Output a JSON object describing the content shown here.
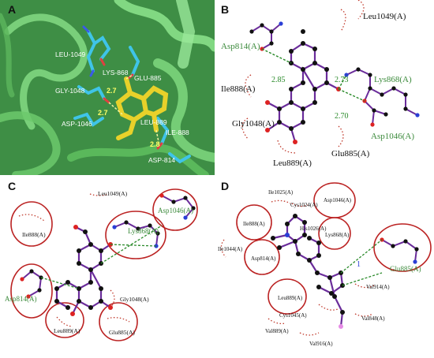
{
  "panels": {
    "A": {
      "letter": "A",
      "residues": [
        {
          "label": "LEU-1049"
        },
        {
          "label": "LYS-868"
        },
        {
          "label": "GLU-885"
        },
        {
          "label": "GLY-1048"
        },
        {
          "label": "ASP-1046"
        },
        {
          "label": "LEU-889"
        },
        {
          "label": "ILE-888"
        },
        {
          "label": "ASP-814"
        }
      ],
      "distances": [
        {
          "label": "2.7"
        },
        {
          "label": "2.7"
        },
        {
          "label": "2.8"
        }
      ],
      "colors": {
        "protein": "#6dcf6d",
        "ligand": "#e8d12a",
        "residues": "#3fc4e8",
        "background": "#2e7d3a"
      }
    },
    "B": {
      "letter": "B",
      "residues": [
        {
          "label": "Asp814(A)",
          "color": "green"
        },
        {
          "label": "Leu1049(A)",
          "color": "black"
        },
        {
          "label": "Ile888(A)",
          "color": "black"
        },
        {
          "label": "Lys868(A)",
          "color": "green"
        },
        {
          "label": "Gly1048(A)",
          "color": "black"
        },
        {
          "label": "Asp1046(A)",
          "color": "green"
        },
        {
          "label": "Glu885(A)",
          "color": "black"
        },
        {
          "label": "Leu889(A)",
          "color": "black"
        }
      ],
      "distances": [
        {
          "label": "2.85"
        },
        {
          "label": "2.73"
        },
        {
          "label": "2.70"
        }
      ]
    },
    "C": {
      "letter": "C",
      "residues": [
        {
          "label": "Leu1049(A)",
          "color": "black"
        },
        {
          "label": "Asp1046(A)",
          "color": "green"
        },
        {
          "label": "Ile888(A)",
          "color": "black"
        },
        {
          "label": "Lys868(A)",
          "color": "green"
        },
        {
          "label": "Asp814(A)",
          "color": "green"
        },
        {
          "label": "Gly1048(A)",
          "color": "black"
        },
        {
          "label": "Leu889(A)",
          "color": "black"
        },
        {
          "label": "Glu885(A)",
          "color": "black"
        }
      ]
    },
    "D": {
      "letter": "D",
      "residues": [
        {
          "label": "Ile1025(A)"
        },
        {
          "label": "Cys1024(A)"
        },
        {
          "label": "Asp1046(A)"
        },
        {
          "label": "Ile888(A)"
        },
        {
          "label": "His1026(A)"
        },
        {
          "label": "Lys868(A)"
        },
        {
          "label": "Ile1044(A)"
        },
        {
          "label": "Asp814(A)"
        },
        {
          "label": "Glu885(A)",
          "color": "green"
        },
        {
          "label": "Leu889(A)"
        },
        {
          "label": "Cys1045(A)"
        },
        {
          "label": "Val914(A)"
        },
        {
          "label": "Val889(A)"
        },
        {
          "label": "Val848(A)"
        },
        {
          "label": "Val916(A)"
        }
      ],
      "distances": [
        {
          "label": "1"
        }
      ]
    }
  }
}
